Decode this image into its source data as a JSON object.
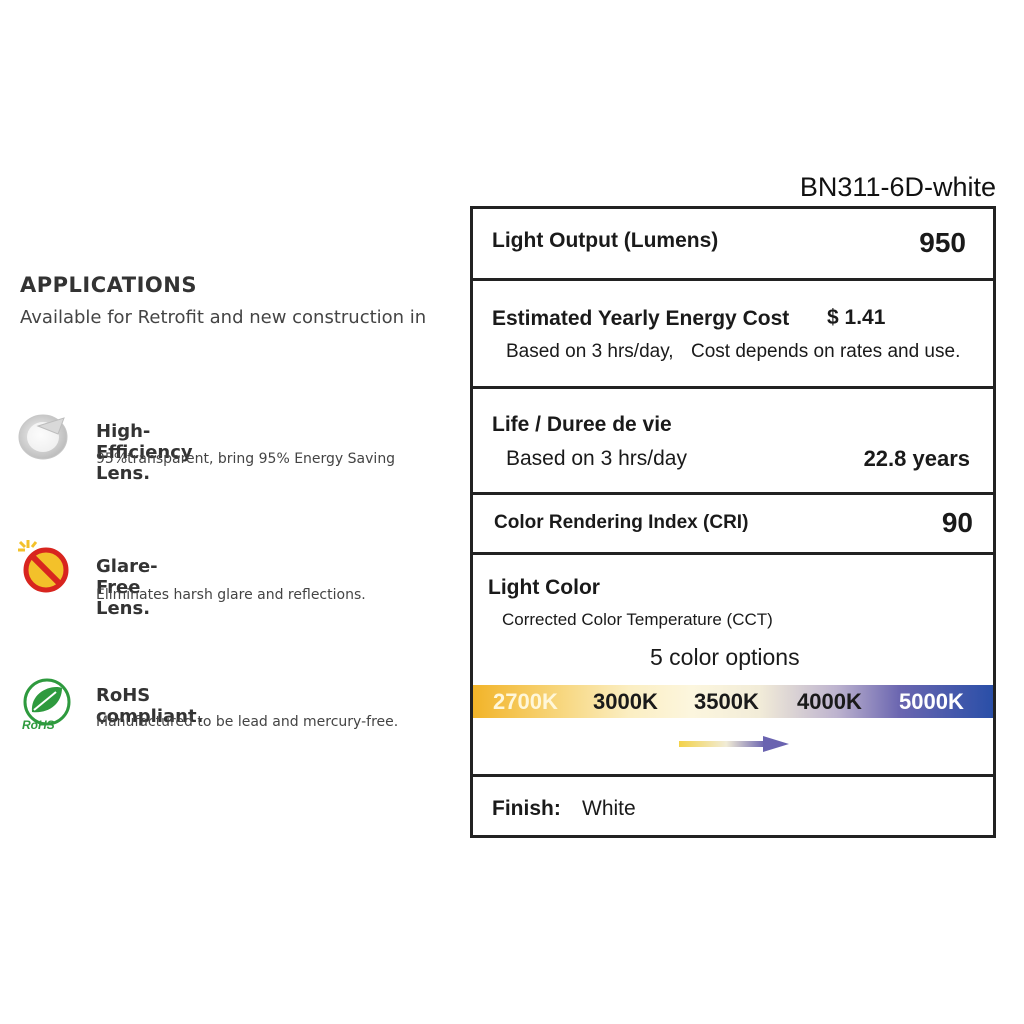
{
  "model": "BN311-6D-white",
  "applications": {
    "title": "APPLICATIONS",
    "subtitle": "Available for Retrofit and new construction in"
  },
  "features": [
    {
      "icon": "lens-icon",
      "title": "High-Efficiency Lens.",
      "desc": "95%transparent, bring 95% Energy Saving"
    },
    {
      "icon": "glare-free-icon",
      "title": "Glare-Free Lens.",
      "desc": "Eliminates harsh glare and reflections."
    },
    {
      "icon": "rohs-icon",
      "title": "RoHS compliant.",
      "desc": "Manufactured to be lead and mercury-free.",
      "badge": "RoHS"
    }
  ],
  "label": {
    "light_output": {
      "label": "Light Output (Lumens)",
      "value": "950"
    },
    "energy_cost": {
      "label": "Estimated Yearly Energy Cost",
      "value": "$ 1.41",
      "note1": "Based on 3 hrs/day,",
      "note2": "Cost depends on rates and use."
    },
    "life": {
      "label": "Life / Duree de vie",
      "note": "Based on 3 hrs/day",
      "value": "22.8 years"
    },
    "cri": {
      "label": "Color Rendering Index (CRI)",
      "value": "90"
    },
    "light_color": {
      "label": "Light Color",
      "sub": "Corrected Color Temperature (CCT)",
      "options_text": "5 color options",
      "options": [
        "2700K",
        "3000K",
        "3500K",
        "4000K",
        "5000K"
      ]
    },
    "finish": {
      "label": "Finish:",
      "value": "White"
    }
  },
  "colors": {
    "border": "#222222",
    "rohs_green": "#2e9a3e",
    "glare_red": "#d8251f",
    "glare_yellow": "#f3c12a",
    "arrow_start": "#f3d24a",
    "arrow_end": "#6a63b0"
  }
}
